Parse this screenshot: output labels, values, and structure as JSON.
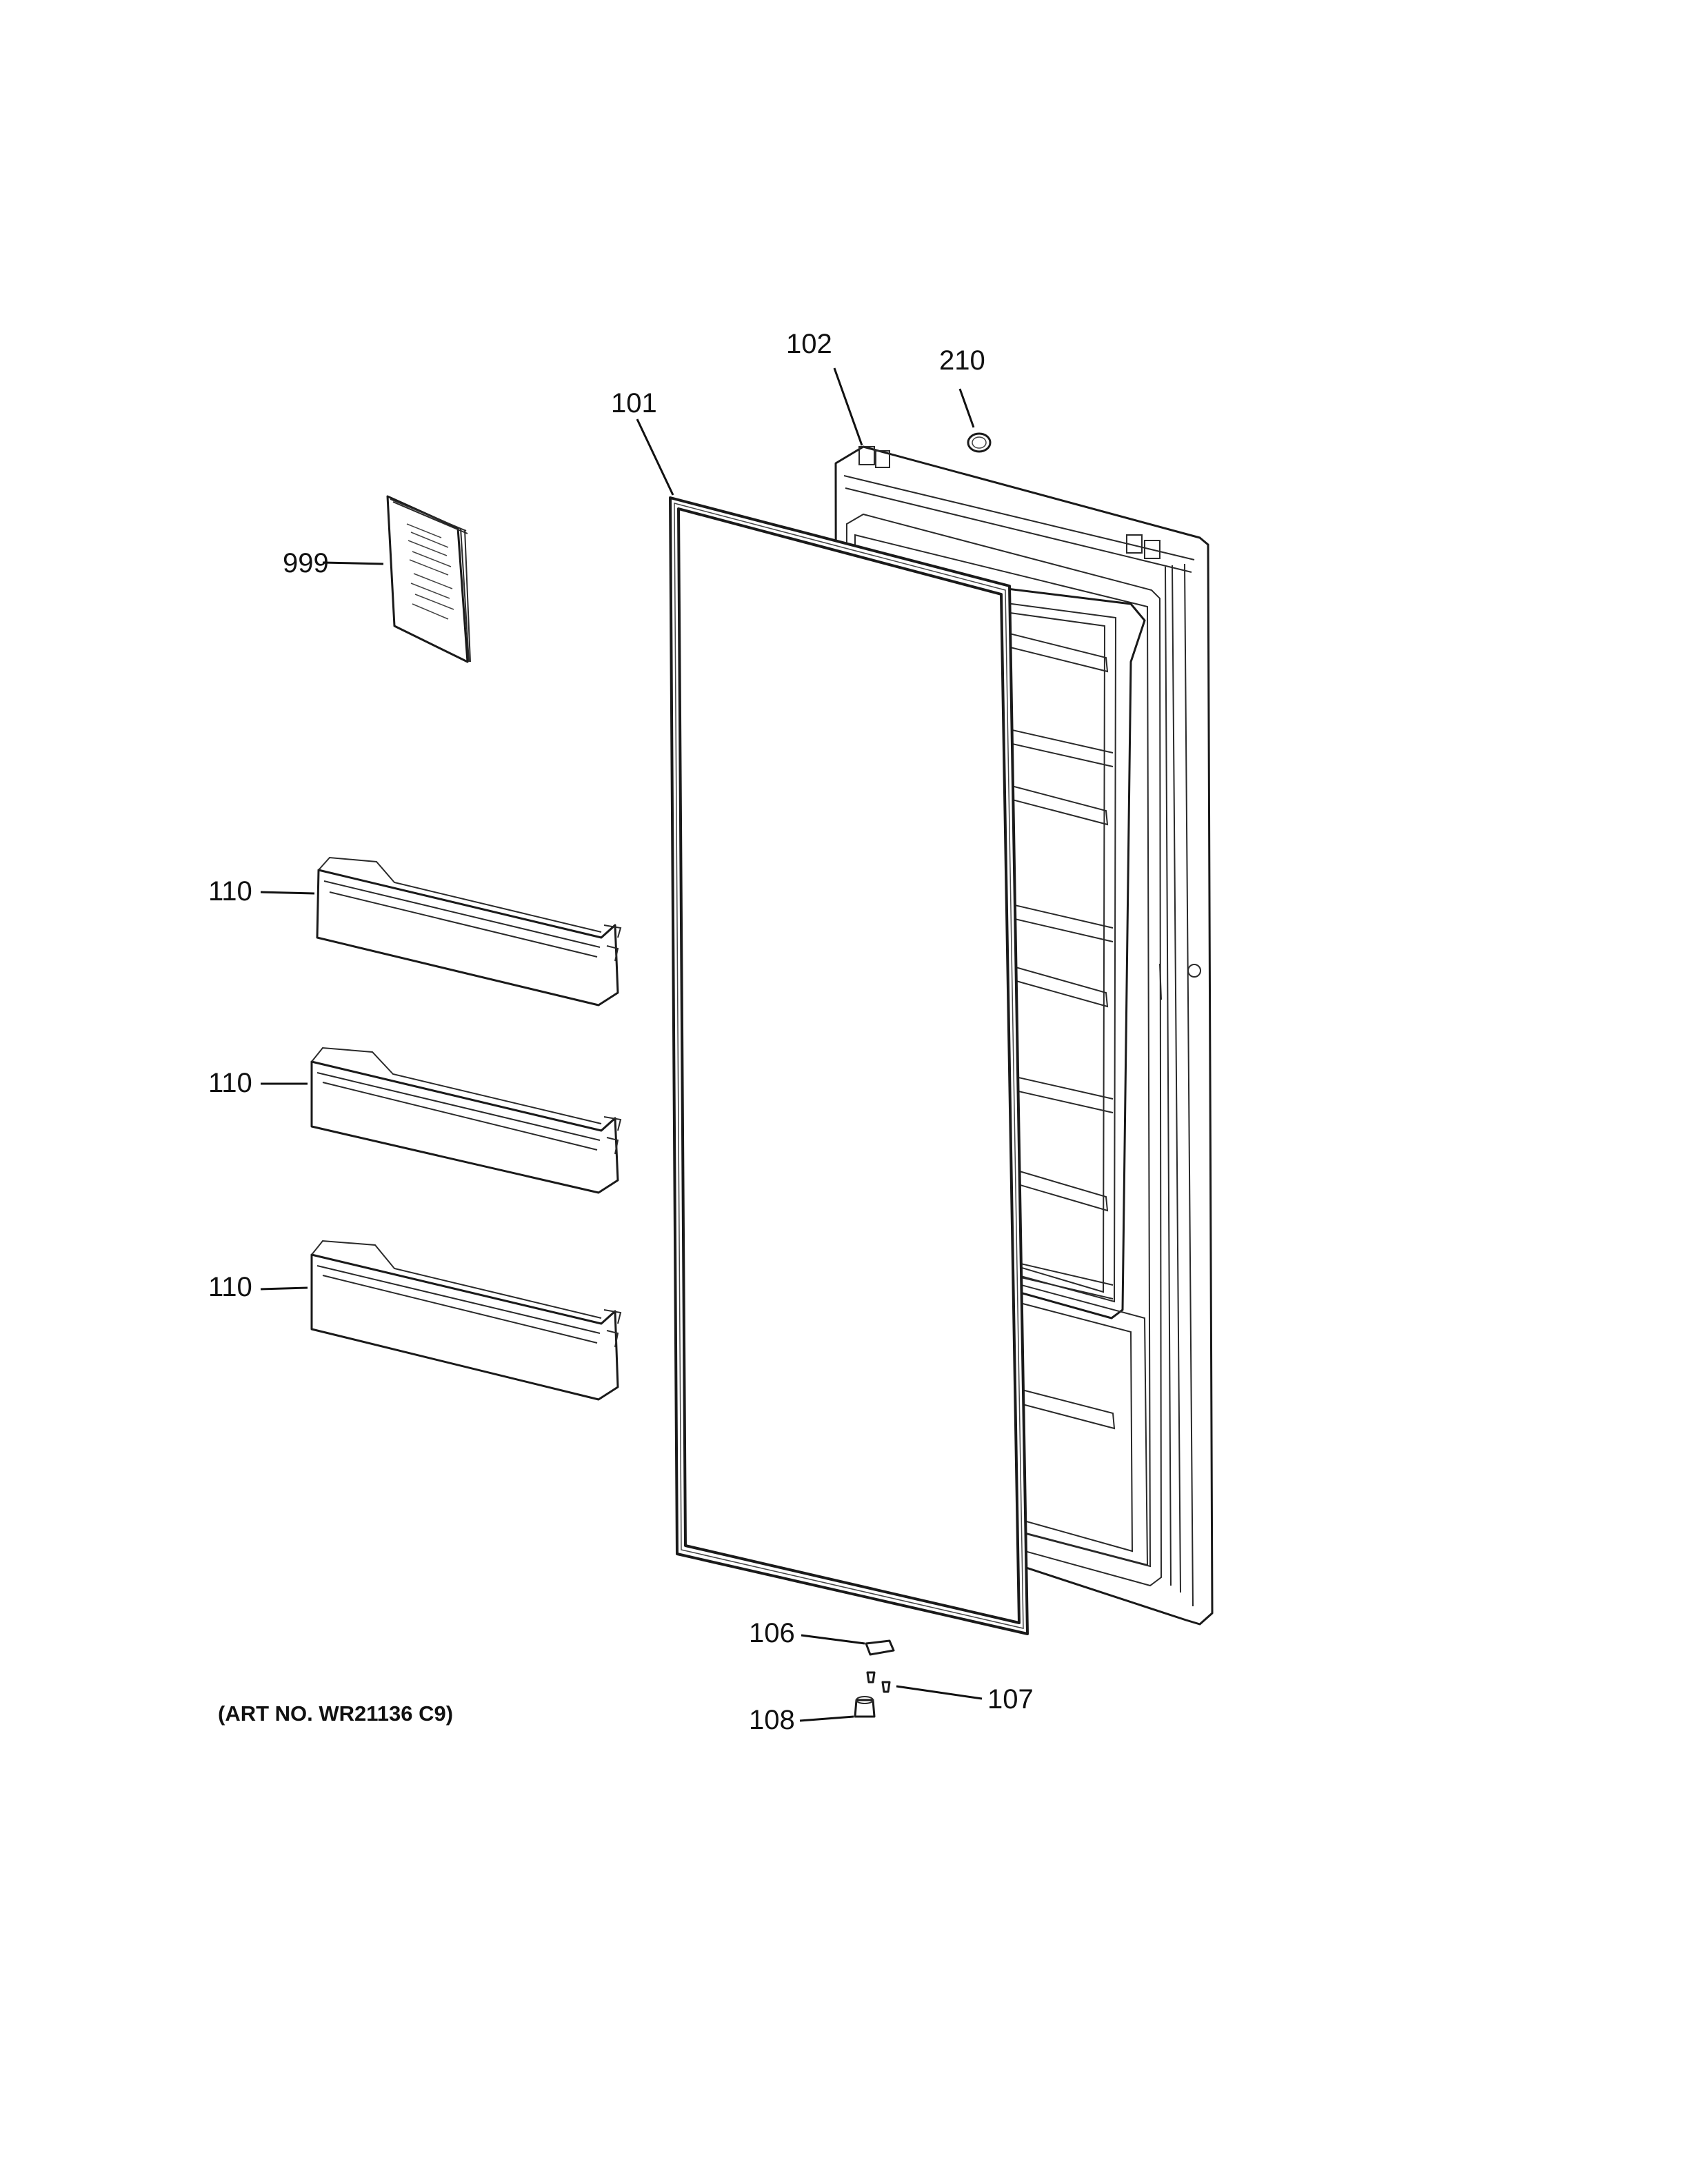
{
  "diagram": {
    "callouts": {
      "c101": "101",
      "c102": "102",
      "c210": "210",
      "c999": "999",
      "c110a": "110",
      "c110b": "110",
      "c110c": "110",
      "c106": "106",
      "c107": "107",
      "c108": "108"
    },
    "art_number": "(ART NO. WR21136 C9)"
  }
}
